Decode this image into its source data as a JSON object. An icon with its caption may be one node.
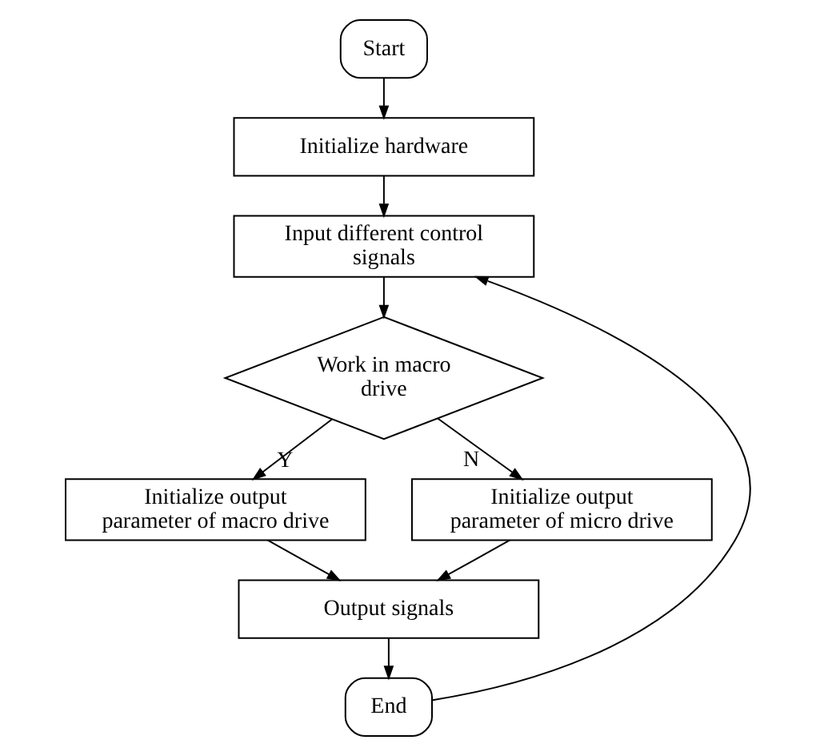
{
  "diagram": {
    "nodes": [
      {
        "text": [
          "Start"
        ]
      },
      {
        "text": [
          "Initialize hardware"
        ]
      },
      {
        "text": [
          "Input different control signals"
        ]
      },
      {
        "text": [
          "Work in macro drive"
        ]
      },
      {
        "text": [
          "Initialize output parameter of macro drive"
        ]
      },
      {
        "text": [
          "Initialize output parameter of micro drive"
        ]
      },
      {
        "text": [
          "Output signals"
        ]
      },
      {
        "text": [
          "End"
        ]
      }
    ],
    "edges": [
      {
        "from": 0,
        "to": 1,
        "arrow": "to"
      },
      {
        "from": 1,
        "to": 2,
        "arrow": "to"
      },
      {
        "from": 2,
        "to": 3,
        "arrow": "to"
      },
      {
        "from": 3,
        "to": 4,
        "arrow": "to",
        "label": "Y"
      },
      {
        "from": 3,
        "to": 5,
        "arrow": "to",
        "label": "N"
      },
      {
        "from": 4,
        "to": 6,
        "arrow": "to"
      },
      {
        "from": 5,
        "to": 6,
        "arrow": "to"
      },
      {
        "from": 6,
        "to": 7,
        "arrow": "to"
      },
      {
        "from": 7,
        "to": 2,
        "arrow": "to"
      }
    ]
  }
}
